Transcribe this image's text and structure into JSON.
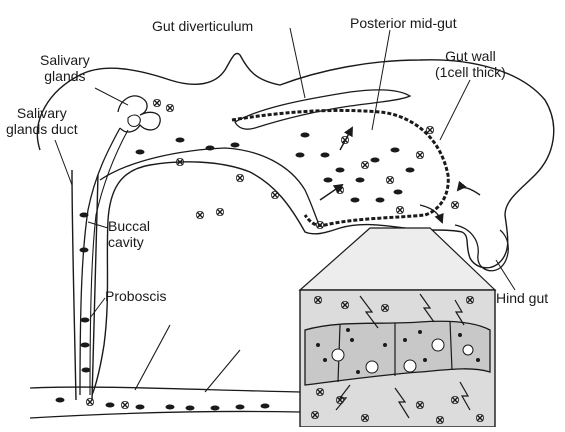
{
  "labels": {
    "gut_diverticulum": "Gut diverticulum",
    "posterior_mid_gut": "Posterior mid-gut",
    "gut_wall": "Gut wall\n(1cell thick)",
    "salivary_glands": "Salivary\nglands",
    "salivary_glands_duct": "Salivary\nglands duct",
    "buccal_cavity": "Buccal\ncavity",
    "proboscis": "Proboscis",
    "hind_gut": "Hind gut"
  },
  "colors": {
    "ink": "#1a1a1a",
    "inset_fill": "#dcdcdc",
    "background": "#ffffff"
  }
}
